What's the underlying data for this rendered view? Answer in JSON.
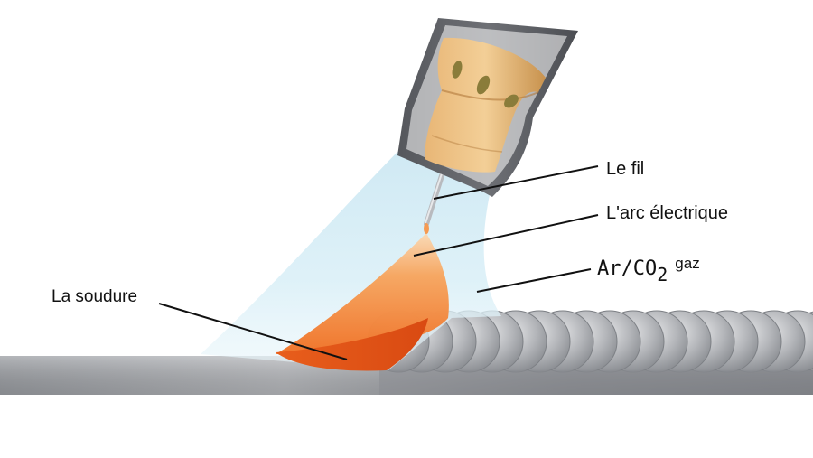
{
  "labels": {
    "wire": "Le fil",
    "arc": "L'arc électrique",
    "gas_formula_prefix": "Ar/CO",
    "gas_formula_subscript": "2",
    "gas_word": "gaz",
    "weld": "La soudure"
  },
  "colors": {
    "background": "#ffffff",
    "metal_plate": "#8f9297",
    "weld_bead": "#a9acb0",
    "shield_gas": "#cfe9f4",
    "arc_orange": "#f07a2a",
    "weld_pool": "#e0561a",
    "torch_nozzle": "#5f6166",
    "contact_tip": "#d8a35e",
    "leader_line": "#111111"
  }
}
